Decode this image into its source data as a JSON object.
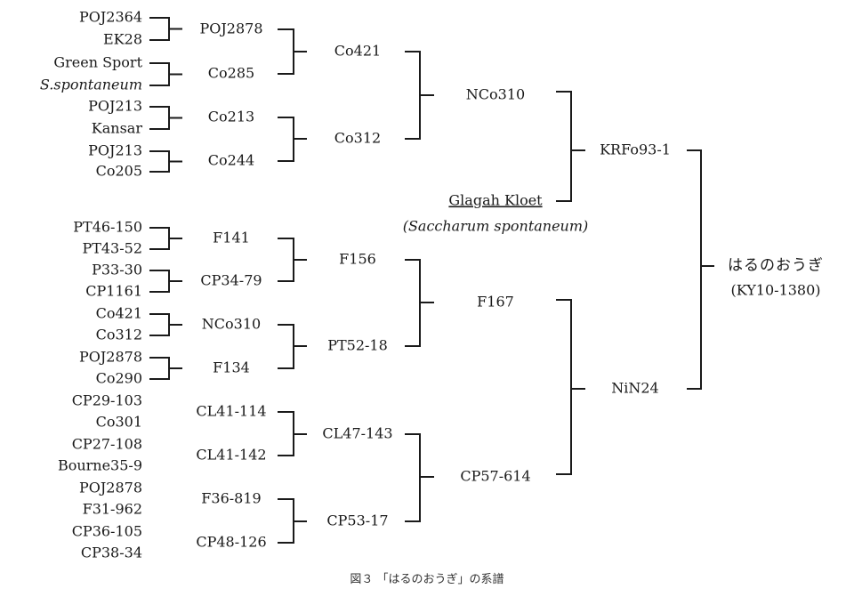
{
  "nodes": {
    "g1": [
      "POJ2364",
      "EK28",
      "Green Sport",
      "S.spontaneum",
      "POJ213",
      "Kansar",
      "POJ213",
      "Co205"
    ],
    "g1b": [
      "PT46-150",
      "PT43-52",
      "P33-30",
      "CP1161",
      "Co421",
      "Co312",
      "POJ2878",
      "Co290",
      "CP29-103",
      "Co301",
      "CP27-108",
      "Bourne35-9",
      "POJ2878",
      "F31-962",
      "CP36-105",
      "CP38-34"
    ],
    "g2": [
      "POJ2878",
      "Co285",
      "Co213",
      "Co244",
      "F141",
      "CP34-79",
      "NCo310",
      "F134",
      "CL41-114",
      "CL41-142",
      "F36-819",
      "CP48-126"
    ],
    "g3": [
      "Co421",
      "Co312",
      "F156",
      "PT52-18",
      "CL47-143",
      "CP53-17"
    ],
    "g4": [
      "NCo310",
      "F167",
      "CP57-614"
    ],
    "g5": [
      "KRFo93-1",
      "NiN24"
    ],
    "glagah": "Glagah Kloet",
    "glagah_note": "(Saccharum spontaneum)",
    "root_name": "はるのおうぎ",
    "root_code": "(KY10-1380)"
  },
  "caption": "図３ 「はるのおうぎ」の系譜"
}
